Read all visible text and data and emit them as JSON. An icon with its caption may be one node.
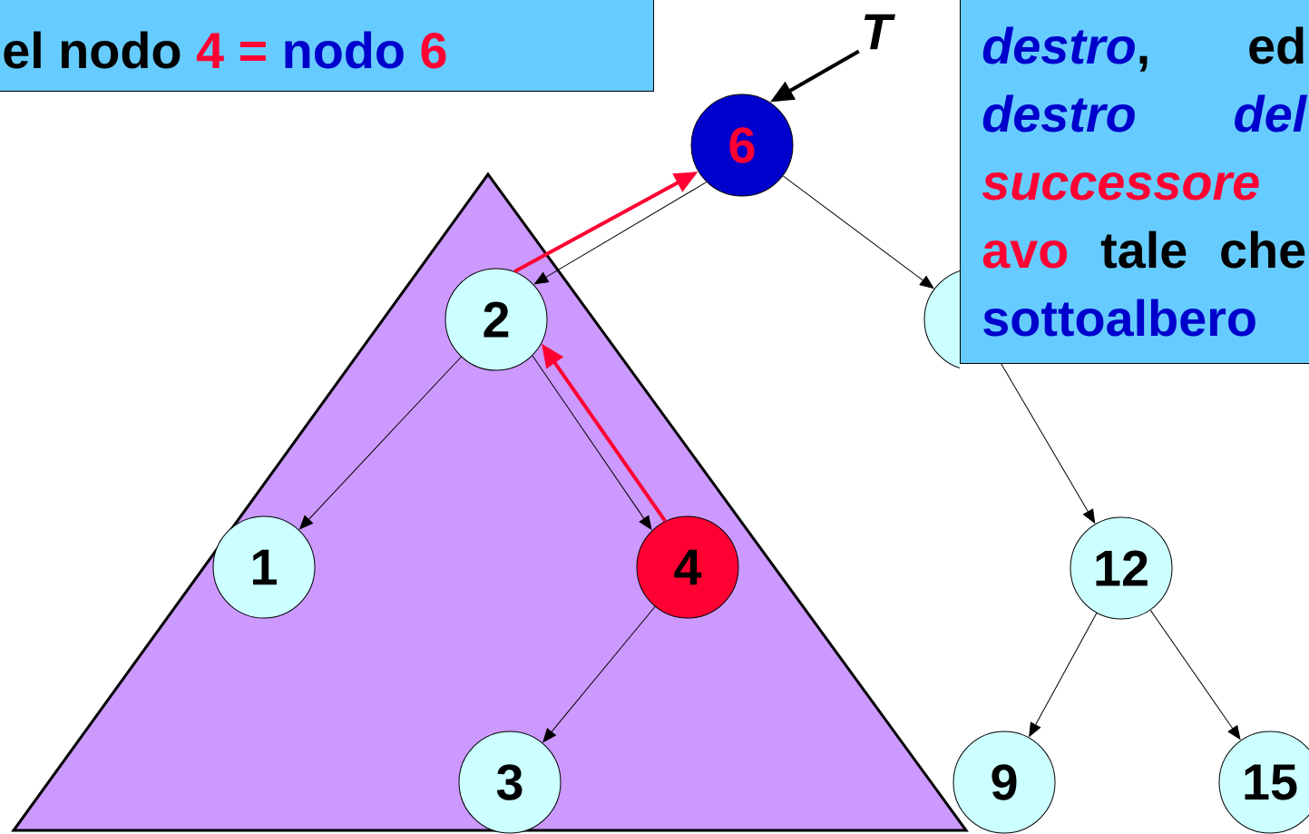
{
  "diagram": {
    "nodes": [
      {
        "text": [
          "el nodo",
          "4",
          "=",
          "nodo",
          "6"
        ]
      },
      {
        "text": [
          "T"
        ]
      },
      {
        "text": [
          "6"
        ]
      },
      {
        "text": [
          "destro",
          ",",
          "ed",
          "destro",
          "del",
          "successore",
          "avo",
          "tale",
          "che",
          "sottoalbero"
        ]
      },
      {
        "text": [],
        "shape": "triangle"
      },
      {
        "text": [
          "2"
        ],
        "in": 4
      },
      {
        "text": [],
        "shape": "circle"
      },
      {
        "text": [
          "1"
        ],
        "in": 4
      },
      {
        "text": [
          "4"
        ],
        "in": 4
      },
      {
        "text": [
          "12"
        ]
      },
      {
        "text": [
          "3"
        ],
        "in": 4
      },
      {
        "text": [
          "9"
        ]
      },
      {
        "text": [
          "15"
        ]
      }
    ],
    "edges": [
      {
        "from": 1,
        "to": 2,
        "arrow": "to",
        "style": "thick"
      },
      {
        "from": 2,
        "to": 5,
        "arrow": "to"
      },
      {
        "from": 2,
        "to": 6,
        "arrow": "to"
      },
      {
        "from": 6,
        "to": 9,
        "arrow": "to"
      },
      {
        "from": 5,
        "to": 7,
        "arrow": "to"
      },
      {
        "from": 5,
        "to": 8,
        "arrow": "to"
      },
      {
        "from": 8,
        "to": 10,
        "arrow": "to"
      },
      {
        "from": 9,
        "to": 11,
        "arrow": "to"
      },
      {
        "from": 9,
        "to": 12,
        "arrow": "to"
      },
      {
        "from": 5,
        "to": 2,
        "arrow": "to",
        "style": "thick",
        "color": "#ff0033"
      },
      {
        "from": 8,
        "to": 5,
        "arrow": "to",
        "style": "thick",
        "color": "#ff0033"
      }
    ]
  }
}
